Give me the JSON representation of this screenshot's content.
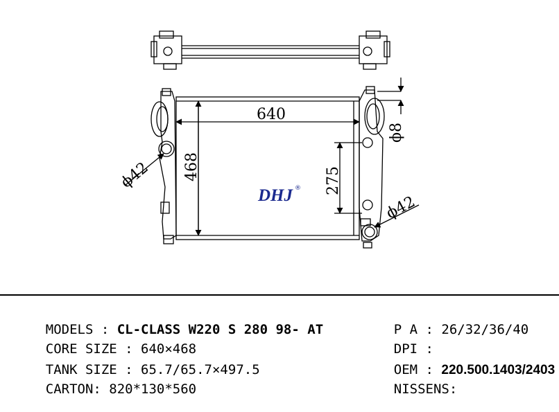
{
  "drawing": {
    "dim_width": "640",
    "dim_height": "468",
    "dim_pipe_left": "ϕ42",
    "dim_pipe_right": "ϕ42",
    "dim_small": "ϕ8",
    "dim_275": "275",
    "logo": "DHJ",
    "logo_reg": "®"
  },
  "specs": {
    "models_label": "MODELS : ",
    "models_value": "CL-CLASS W220 S 280 98- AT",
    "core_label": "CORE SIZE : ",
    "core_value": "640×468",
    "tank_label": "TANK SIZE : ",
    "tank_value": "65.7/65.7×497.5",
    "carton_label": "CARTON: ",
    "carton_value": "820*130*560",
    "pa_label": "P A : ",
    "pa_value": "26/32/36/40",
    "dpi_label": "DPI : ",
    "dpi_value": "",
    "oem_label": "OEM : ",
    "oem_value": "220.500.1403/2403",
    "nissens_label": "NISSENS:",
    "nissens_value": ""
  }
}
